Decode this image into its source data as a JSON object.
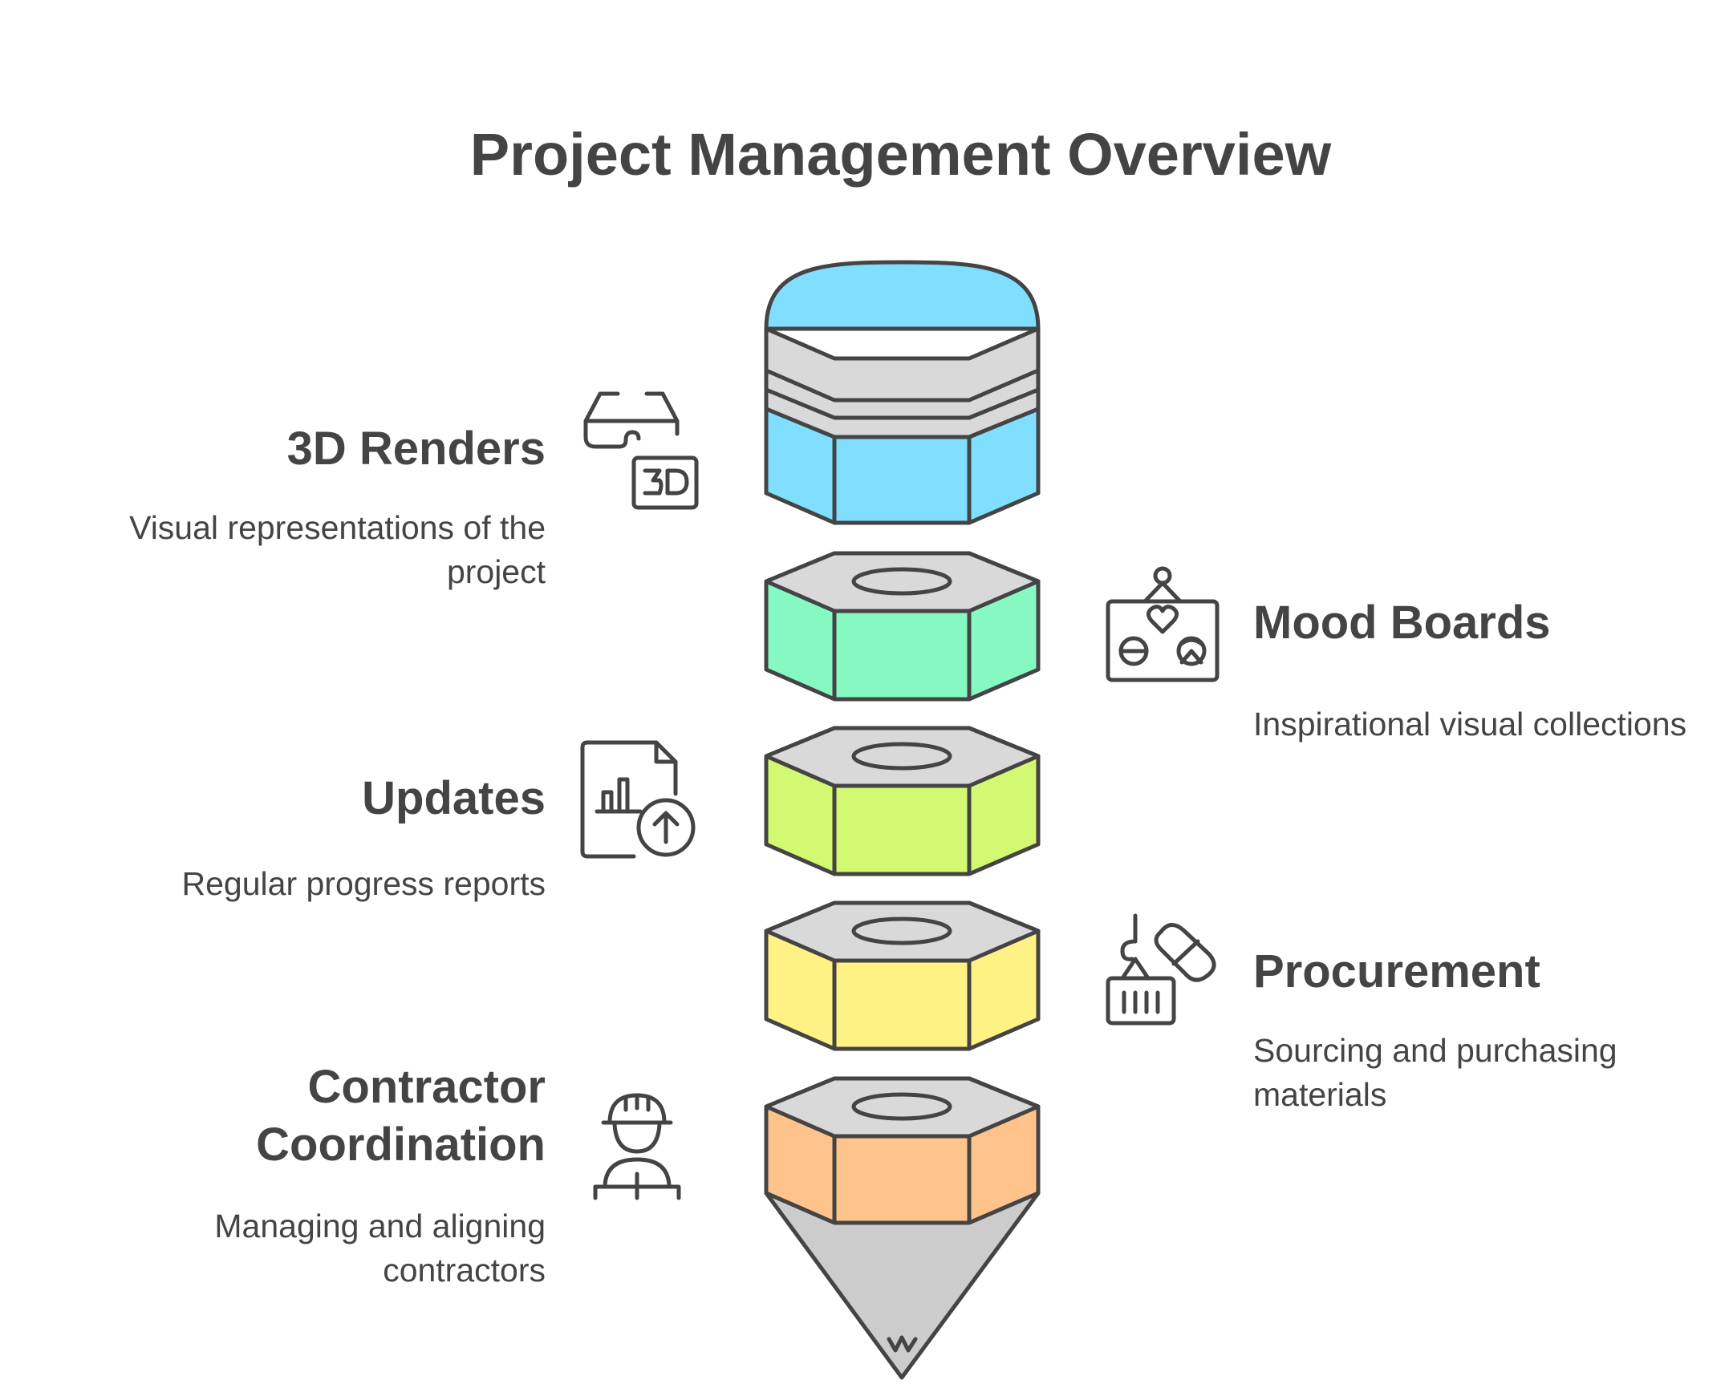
{
  "title": "Project Management Overview",
  "items": [
    {
      "label": "3D Renders",
      "description": "Visual representations of the project",
      "icon": "vr-headset-3d-icon",
      "color": "#80DEFF",
      "side": "left"
    },
    {
      "label": "Mood Boards",
      "description": "Inspirational visual collections",
      "icon": "mood-board-icon",
      "color": "#86F9C3",
      "side": "right"
    },
    {
      "label": "Updates",
      "description": "Regular progress reports",
      "icon": "report-upload-icon",
      "color": "#D2F971",
      "side": "left"
    },
    {
      "label": "Procurement",
      "description": "Sourcing and purchasing materials",
      "icon": "crane-materials-icon",
      "color": "#FFF285",
      "side": "right"
    },
    {
      "label": "Contractor Coordination",
      "description": "Managing and aligning contractors",
      "icon": "contractor-icon",
      "color": "#FFC38B",
      "side": "left"
    }
  ],
  "colors": {
    "stroke": "#444444",
    "gray": "#D9D9D9",
    "tip": "#CCCCCC",
    "text": "#444444"
  }
}
